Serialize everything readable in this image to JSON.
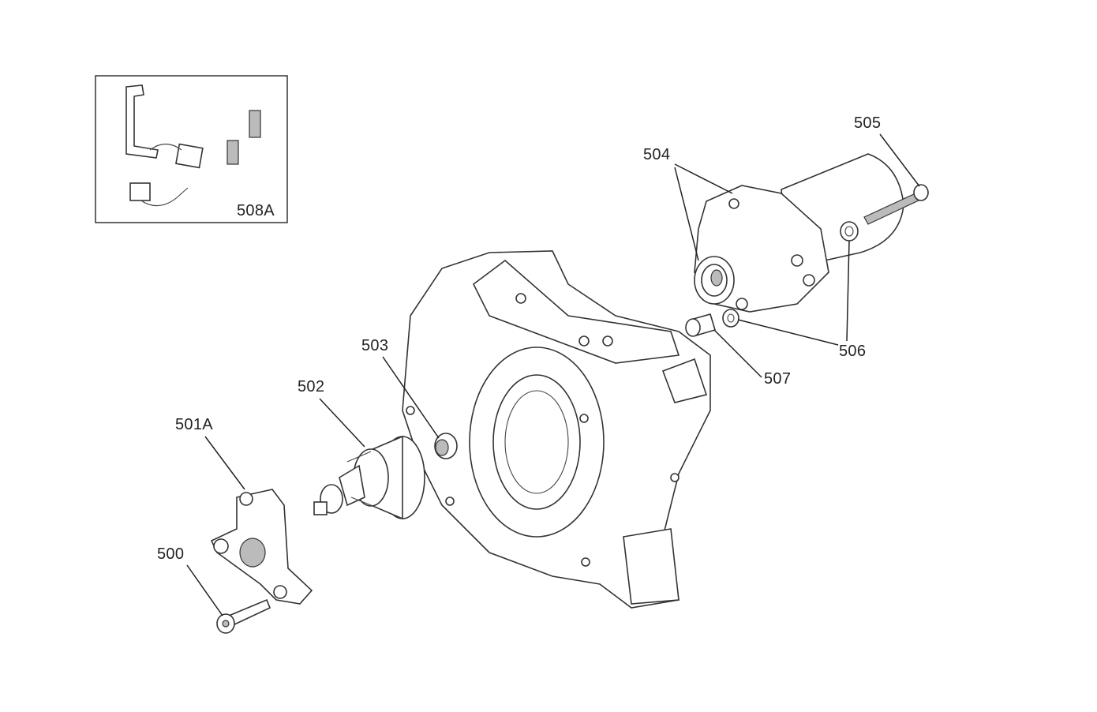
{
  "diagram": {
    "title": "Starter motor exploded view",
    "inset": {
      "label": "508A"
    },
    "callouts": [
      {
        "id": "505",
        "label": "505"
      },
      {
        "id": "504",
        "label": "504"
      },
      {
        "id": "506",
        "label": "506"
      },
      {
        "id": "507",
        "label": "507"
      },
      {
        "id": "503",
        "label": "503"
      },
      {
        "id": "502",
        "label": "502"
      },
      {
        "id": "501A",
        "label": "501A"
      },
      {
        "id": "500",
        "label": "500"
      }
    ]
  }
}
